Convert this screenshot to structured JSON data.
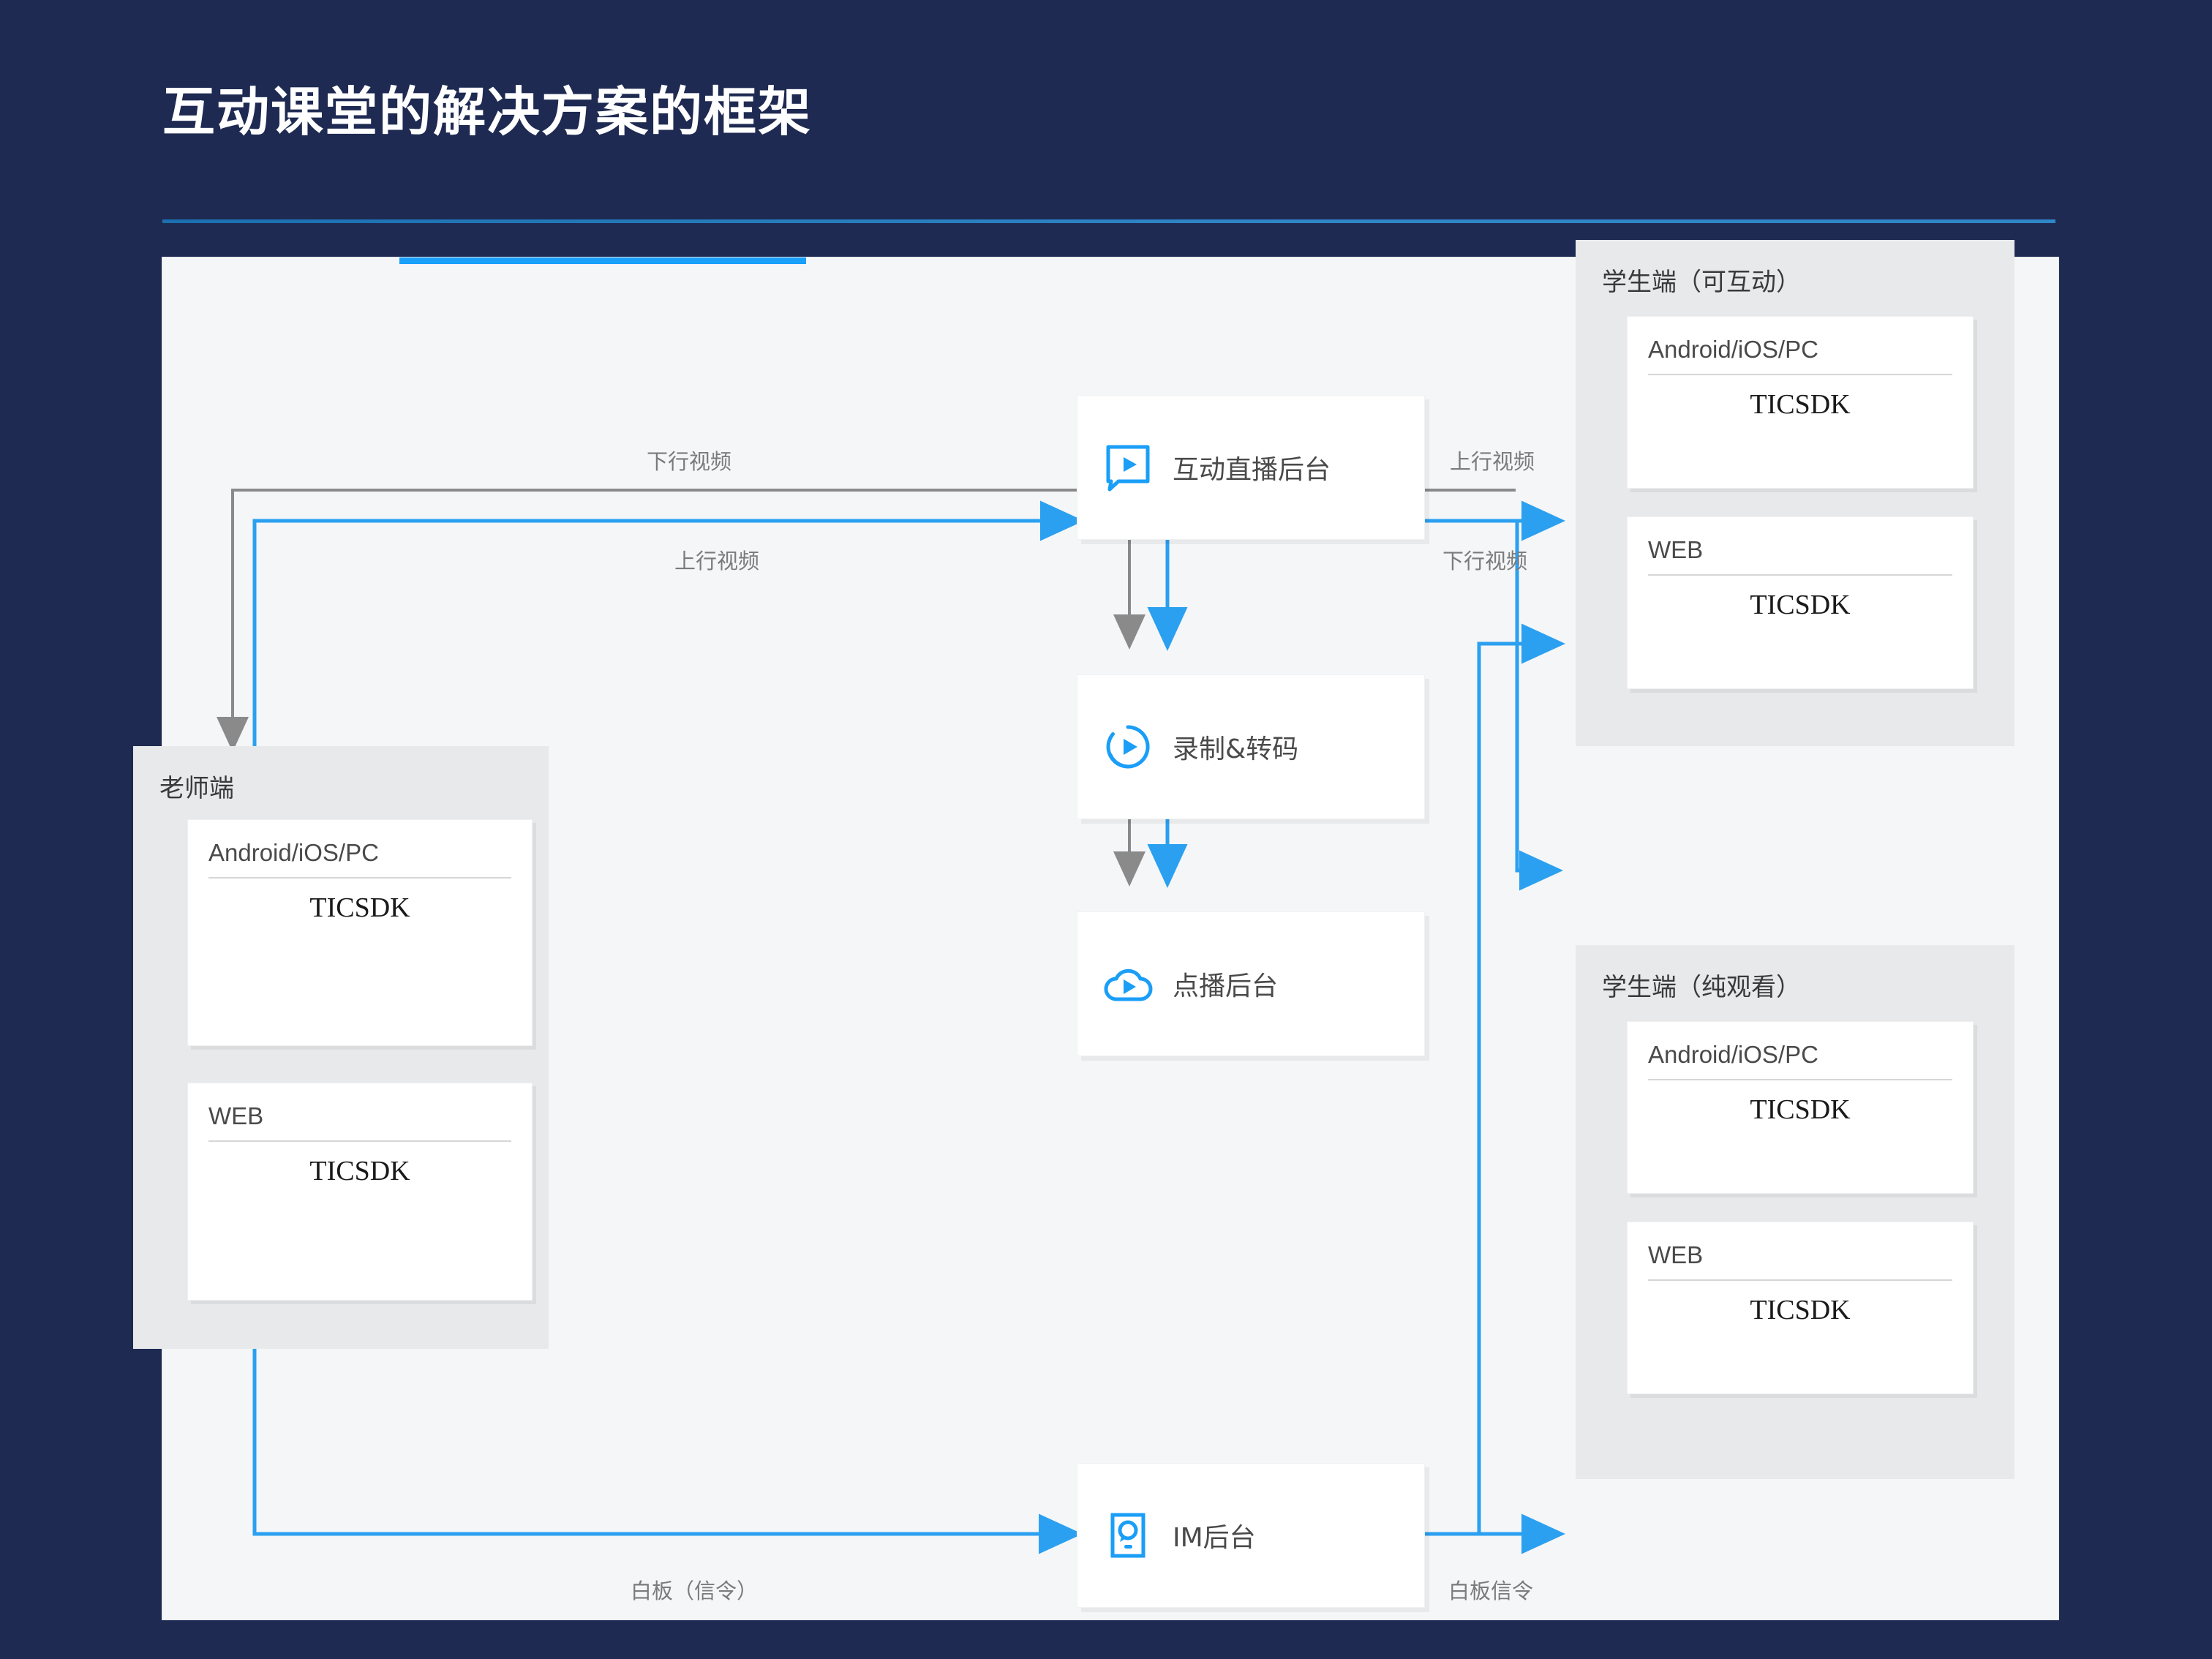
{
  "slide": {
    "title": "互动课堂的解决方案的框架",
    "background_color": "#1e2a52",
    "panel_color": "#f5f6f8",
    "accent_color": "#18a0fb"
  },
  "teacher_panel": {
    "title": "老师端",
    "cards": [
      {
        "platform": "Android/iOS/PC",
        "sdk": "TICSDK"
      },
      {
        "platform": "WEB",
        "sdk": "TICSDK"
      }
    ]
  },
  "student_interactive_panel": {
    "title": "学生端（可互动）",
    "cards": [
      {
        "platform": "Android/iOS/PC",
        "sdk": "TICSDK"
      },
      {
        "platform": "WEB",
        "sdk": "TICSDK"
      }
    ]
  },
  "student_viewonly_panel": {
    "title": "学生端（纯观看）",
    "cards": [
      {
        "platform": "Android/iOS/PC",
        "sdk": "TICSDK"
      },
      {
        "platform": "WEB",
        "sdk": "TICSDK"
      }
    ]
  },
  "services": [
    {
      "label": "互动直播后台",
      "icon": "live-video-bubble-icon"
    },
    {
      "label": "录制&转码",
      "icon": "record-transcode-icon"
    },
    {
      "label": "点播后台",
      "icon": "cloud-vod-icon"
    },
    {
      "label": "IM后台",
      "icon": "im-message-icon"
    }
  ],
  "connectors": [
    {
      "id": "teacher-downstream",
      "label": "下行视频",
      "color": "#8a8a8a"
    },
    {
      "id": "teacher-upstream",
      "label": "上行视频",
      "color": "#2ba0f0"
    },
    {
      "id": "student-upstream",
      "label": "上行视频",
      "color": "#8a8a8a"
    },
    {
      "id": "student-downstream",
      "label": "下行视频",
      "color": "#2ba0f0"
    },
    {
      "id": "whiteboard-out",
      "label": "白板（信令）",
      "color": "#2ba0f0"
    },
    {
      "id": "whiteboard-in",
      "label": "白板信令",
      "color": "#2ba0f0"
    }
  ]
}
